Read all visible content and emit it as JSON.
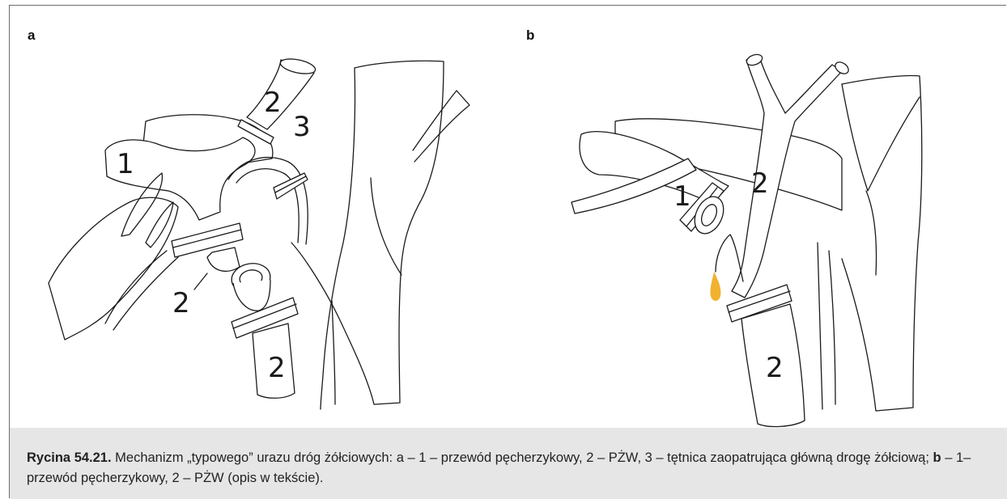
{
  "panels": {
    "a": {
      "label": "a",
      "callouts": {
        "c1": "1",
        "c2_top": "2",
        "c2_mid": "2",
        "c2_bottom": "2",
        "c3": "3"
      }
    },
    "b": {
      "label": "b",
      "callouts": {
        "c1": "1",
        "c2_top": "2",
        "c2_bottom": "2"
      }
    }
  },
  "caption": {
    "figure_label": "Rycina 54.21.",
    "text_a_intro": " Mechanizm „typowego” urazu dróg żółciowych: a – 1 – przewód pęcherzykowy, 2 – PŻW, 3 – tętnica zaopatrująca główną drogę żółciową; ",
    "b_marker": "b",
    "text_b": " – 1– przewód pęcherzykowy, 2 – PŻW (opis w tekście)."
  },
  "colors": {
    "bile_drop": "#f2b12e",
    "caption_bg": "#e6e6e6",
    "line": "#1a1a1a"
  }
}
